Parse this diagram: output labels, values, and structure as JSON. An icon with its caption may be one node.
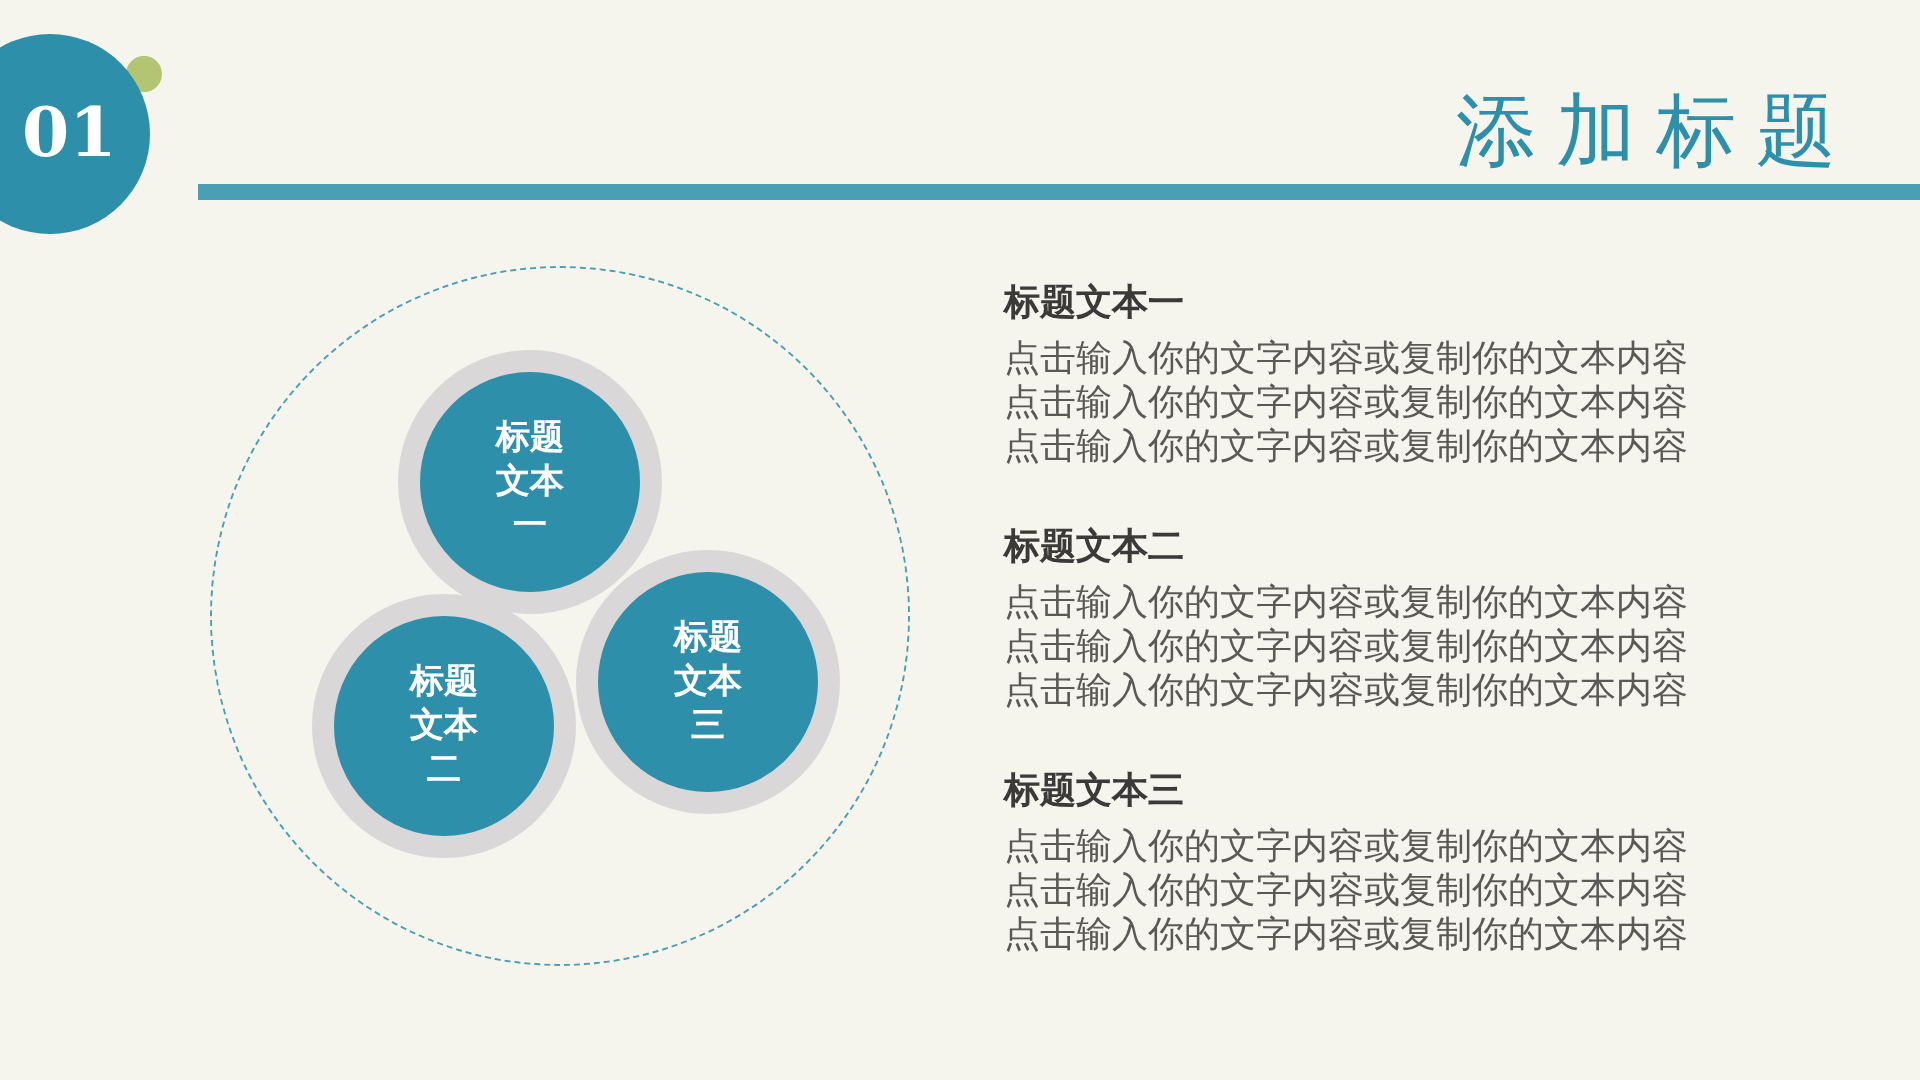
{
  "diagram": {
    "title": "添加标题",
    "nodes": [
      {
        "text": [
          "01"
        ]
      },
      {
        "text": [],
        "shape": "circle"
      },
      {
        "text": [
          "标题文本一"
        ],
        "in": 1
      },
      {
        "text": [
          "标题文本二"
        ],
        "in": 1
      },
      {
        "text": [
          "标题文本三"
        ],
        "in": 1
      }
    ],
    "labels": [
      "标题文本一",
      "点击输入你的文字内容或复制你的文本内容点击输入你的文字内容或复制你的文本内容点击输入你的文字内容或复制你的文本内容",
      "标题文本二",
      "点击输入你的文字内容或复制你的文本内容点击输入你的文字内容或复制你的文本内容点击输入你的文字内容或复制你的文本内容",
      "标题文本三",
      "点击输入你的文字内容或复制你的文本内容点击输入你的文字内容或复制你的文本内容点击输入你的文字内容或复制你的文本内容"
    ]
  }
}
